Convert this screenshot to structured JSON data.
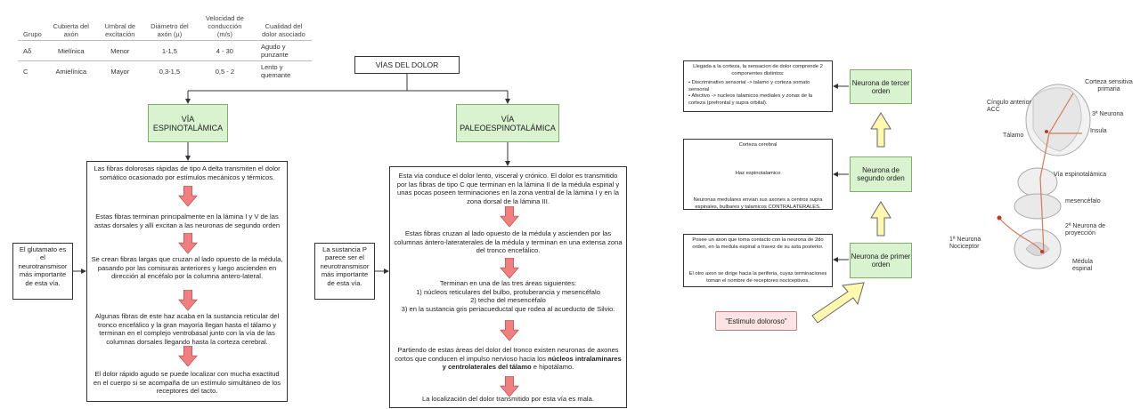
{
  "table": {
    "headers": [
      "Grupo",
      "Cubierta del axón",
      "Umbral de excitación",
      "Diámetro del axón (µ)",
      "Velocidad de conducción (m/s)",
      "Cualidad del dolor asociado"
    ],
    "rows": [
      [
        "Aδ",
        "Mielínica",
        "Menor",
        "1-1,5",
        "4 - 30",
        "Agudo y punzante"
      ],
      [
        "C",
        "Amielínica",
        "Mayor",
        "0,3-1,5",
        "0,5 - 2",
        "Lento y quemante"
      ]
    ]
  },
  "root": "VÍAS DEL DOLOR",
  "left": {
    "title": "VÍA ESPINOTALÁMICA",
    "side_note": "El glutamato es el neurotransmisor más importante de esta vía.",
    "steps": [
      "Las fibras dolorosas rápidas de tipo A delta transmiten el dolor somático ocasionado por estímulos mecánicos y térmicos.",
      "Estas fibras terminan principalmente en la lámina I y V de las astas dorsales y allí excitan a las neuronas de segundo orden",
      "Se crean fibras largas que cruzan al lado opuesto de la médula, pasando por las comisuras anteriores y luego ascienden en dirección al encéfalo por la columna antero-lateral.",
      "Algunas fibras de este haz acaba en la sustancia reticular del tronco encefálico y la gran mayoría llegan hasta el tálamo y terminan en el complejo ventrobasal junto con la vía de las columnas dorsales llegando hasta la corteza cerebral.",
      "El dolor rápido agudo se puede localizar con mucha exactitud en el cuerpo si se acompaña de un estímulo simultáneo de los receptores del tacto."
    ]
  },
  "right": {
    "title": "VÍA PALEOESPINOTALÁMICA",
    "side_note": "La sustancia P parece ser el neurotransmisor más importante de esta vía.",
    "step1": "Esta vía conduce el dolor lento, visceral y crónico. El dolor es transmitido por las fibras de tipo C que terminan en la lámina II de la médula espinal y unas pocas poseen terminaciones en la zona ventral de la lámina I y en la zona dorsal de la lámina III.",
    "step2": "Estas fibras cruzan al lado opuesto de la médula y ascienden por las columnas ántero-lateraterales de la médula y terminan en una extensa zona del tronco encefálico.",
    "step3_intro": "Terminan en una de las tres áreas siguientes:",
    "step3_items": [
      "1) núcleos reticulares del bulbo, protuberancia y mesencéfalo",
      "2) techo del mesencéfalo",
      "3) en la sustancia gris periacueductal que rodea al acueducto de Silvio."
    ],
    "step4_pre": "Partiendo de estas áreas del dolor del tronco existen neuronas de axones cortos que conducen el impulso nervioso hacia los ",
    "step4_bold": "núcleos intralaminares y centrolaterales del tálamo",
    "step4_post": " e hipotálamo.",
    "step5": "La localización del dolor transmitido por esta vía es mala."
  },
  "neurons": {
    "third": "Neurona de tercer orden",
    "second": "Neurona de segundo orden",
    "first": "Neurona de primer orden",
    "stimulus": "\"Estimulo doloroso\"",
    "third_desc_title": "Llegada a la corteza, la sensacion de dolor comprende 2 componentes distintos:",
    "third_desc_items": [
      "• Discriminativo sensorial -> talamo y corteza somato sensorial",
      "• Afectivo -> nucleos talamicos mediales y zonas de la corteza (prefrontal y supra orbital)."
    ],
    "second_desc_top": "Corteza cerebral",
    "second_desc_mid": "Haz espinotalamico",
    "second_desc_bottom": "Neuronas  medulares envian sus axones a centros supra espinales, bulbares y talamicos CONTRALATERALES.",
    "first_desc_top": "Posee un axon que toma contacto con la neurona de 2do orden, en la medula espinal a travez de su asta posterior.",
    "first_desc_bottom": "El otro axon se dirige hacia la periferia, cuyas terminaciones toman el nombre de receptores nociceptivos."
  },
  "anatomy": {
    "cortex": "Corteza sensitiva primaria",
    "cingulate": "Cíngulo anterior ACC",
    "third_neuron": "3ª Neurona",
    "thalamus": "Tálamo",
    "insula": "Insula",
    "tract": "Vía espinotalámica",
    "midbrain": "mesencéfalo",
    "second_neuron": "2ª Neurona de proyección",
    "first_neuron": "1ª Neurona Nociceptor",
    "spinal_cord": "Médula espinal"
  },
  "colors": {
    "green_fill": "#d9f2d0",
    "red_arrow": "#f08080",
    "yellow_arrow": "#fff9b0",
    "stimulus_fill": "#fde4e4"
  }
}
